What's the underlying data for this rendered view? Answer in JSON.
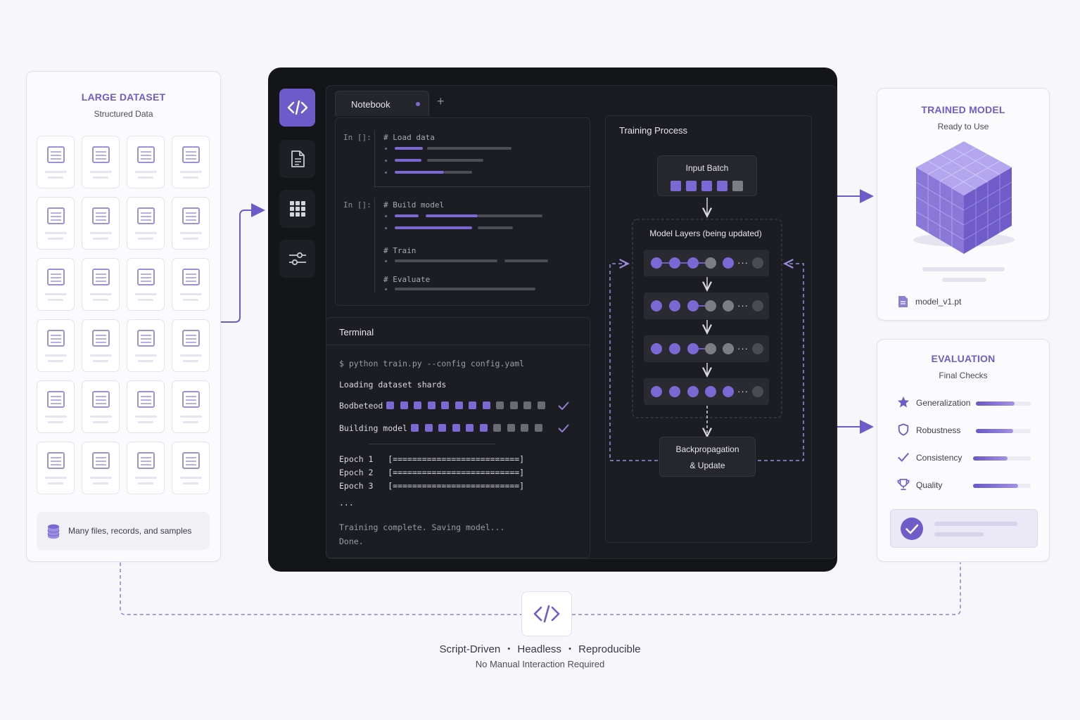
{
  "dataset": {
    "title": "LARGE DATASET",
    "subtitle": "Structured Data",
    "footer": "Many files, records, and samples"
  },
  "ide": {
    "sidebar_icons": [
      "code-icon",
      "document-icon",
      "grid-icon",
      "sliders-icon"
    ],
    "notebook": {
      "tab_label": "Notebook",
      "add_tab": "+",
      "cells": [
        {
          "prompt": "In []:",
          "comments": [
            "# Load data"
          ]
        },
        {
          "prompt": "In []:",
          "comments": [
            "# Build model",
            "# Train",
            "# Evaluate"
          ]
        }
      ]
    },
    "terminal": {
      "title": "Terminal",
      "command": "$ python train.py --config config.yaml",
      "loading": "Loading dataset shards",
      "progress": [
        {
          "label": "Bodbeteod",
          "done": true
        },
        {
          "label": "Building model",
          "done": true
        }
      ],
      "epochs": [
        "Epoch 1   [==========================]",
        "Epoch 2   [==========================]",
        "Epoch 3   [==========================]"
      ],
      "ellipsis": "...",
      "complete": "Training complete. Saving model...",
      "done": "Done."
    },
    "training": {
      "title": "Training Process",
      "input_batch": "Input Batch",
      "layers_title": "Model Layers (being updated)",
      "backprop_line1": "Backpropagation",
      "backprop_line2": "& Update",
      "ellipsis": "···"
    }
  },
  "trained_model": {
    "title": "TRAINED MODEL",
    "subtitle": "Ready to Use",
    "file": "model_v1.pt"
  },
  "evaluation": {
    "title": "EVALUATION",
    "subtitle": "Final Checks",
    "checks": [
      {
        "label": "Generalization",
        "icon": "star-icon",
        "score": 0.7
      },
      {
        "label": "Robustness",
        "icon": "shield-icon",
        "score": 0.68
      },
      {
        "label": "Consistency",
        "icon": "check-icon",
        "score": 0.6
      },
      {
        "label": "Quality",
        "icon": "trophy-icon",
        "score": 0.78
      }
    ]
  },
  "footer": {
    "icon": "code-icon",
    "tags": [
      "Script-Driven",
      "Headless",
      "Reproducible"
    ],
    "separator": "•",
    "subtitle": "No Manual Interaction Required"
  },
  "colors": {
    "accent": "#6d5bc9",
    "accent_light": "#9d90d8",
    "dark_bg": "#141518",
    "page_bg": "#f7f6fb"
  }
}
